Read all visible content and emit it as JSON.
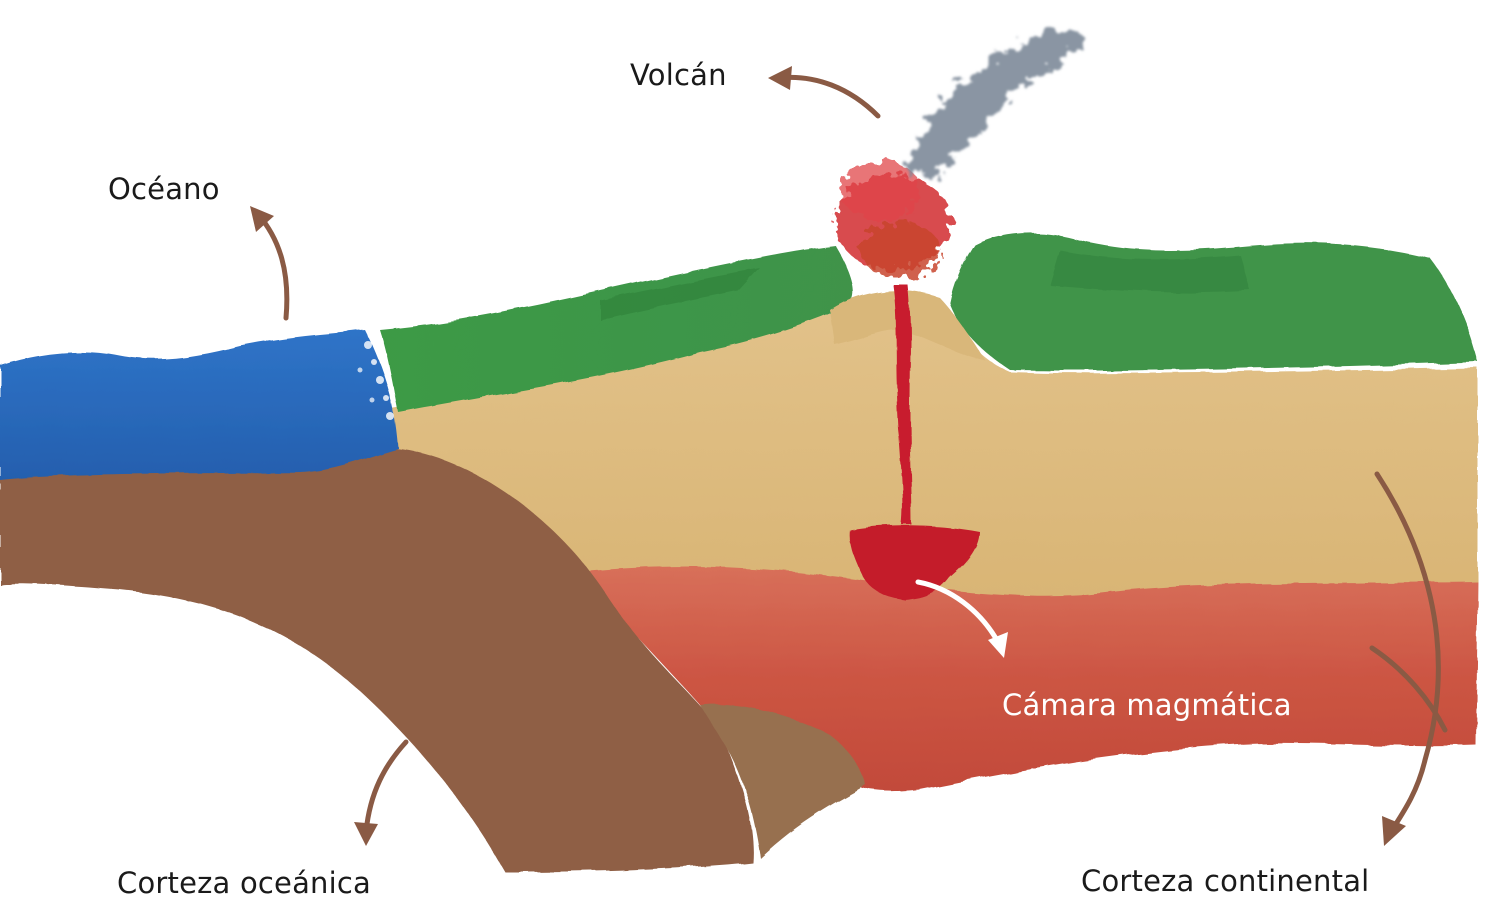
{
  "labels": {
    "volcano": "Volcán",
    "ocean": "Océano",
    "magma_chamber": "Cámara magmática",
    "oceanic_crust": "Corteza oceánica",
    "continental_crust": "Corteza continental"
  },
  "colors": {
    "ocean": "#2d6fc0",
    "oceanic_crust": "#8f5e44",
    "continental_crust": "#dcb878",
    "mantle": "#cf5a44",
    "vegetation": "#3f9a45",
    "magma": "#c81f2e",
    "smoke": "#7d8a99",
    "arrow": "#8a5a44"
  }
}
